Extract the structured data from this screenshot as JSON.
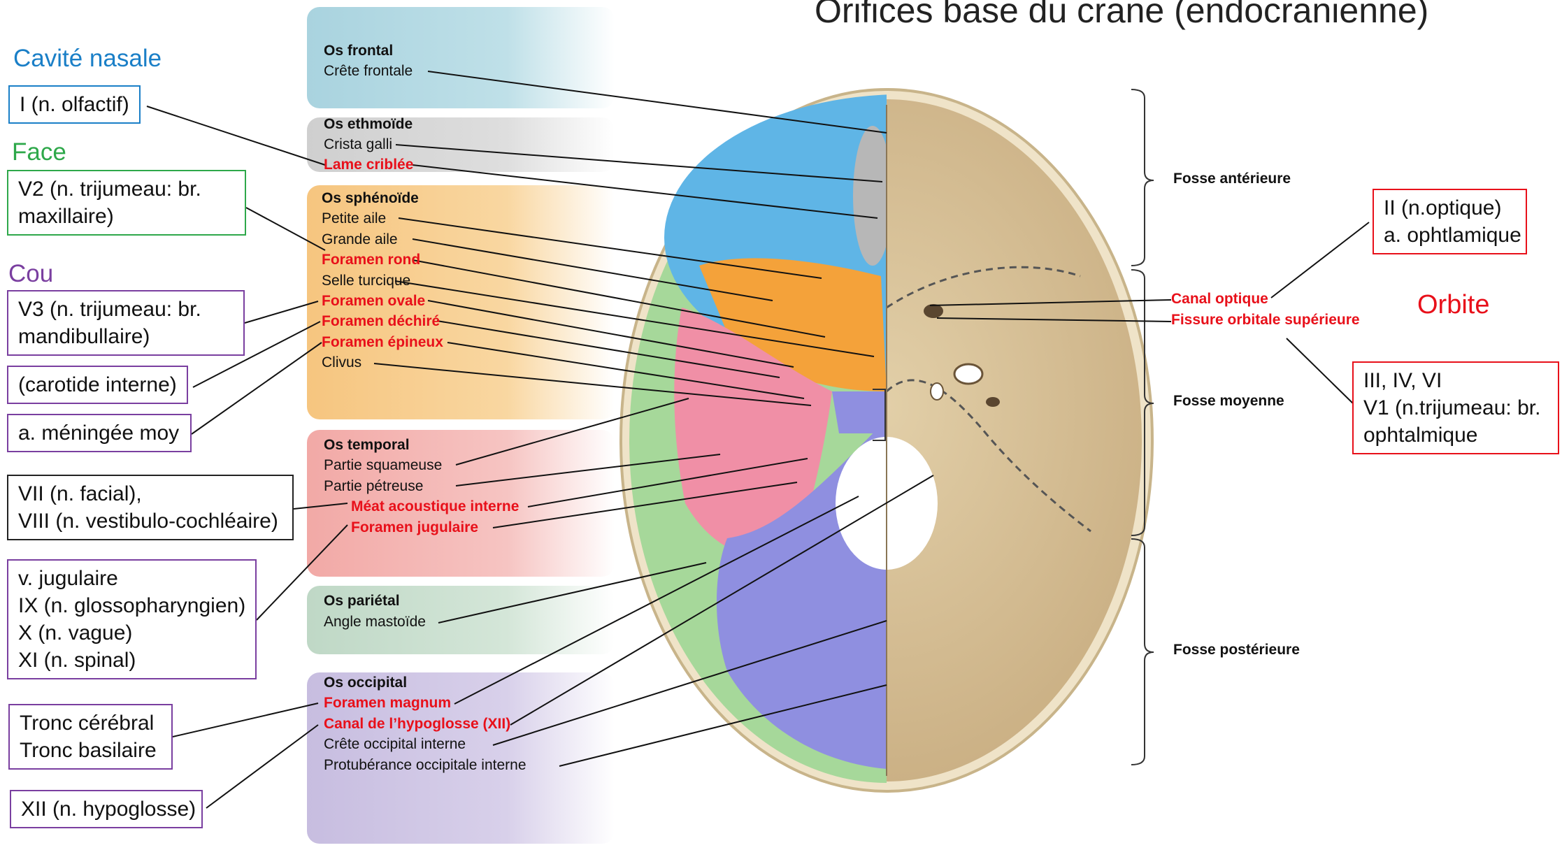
{
  "title": "Orifices base du crane (endocranienne)",
  "sections": {
    "cavite_nasale": {
      "label": "Cavité nasale",
      "color": "#1a7fc7"
    },
    "face": {
      "label": "Face",
      "color": "#2ea84a"
    },
    "cou": {
      "label": "Cou",
      "color": "#7a3fa0"
    },
    "orbite": {
      "label": "Orbite",
      "color": "#e8101a"
    }
  },
  "left_boxes": {
    "olfactif": "I (n. olfactif)",
    "v2": [
      "V2 (n. trijumeau: br.",
      "maxillaire)"
    ],
    "v3": [
      "V3 (n. trijumeau: br.",
      "mandibullaire)"
    ],
    "carotide": "(carotide interne)",
    "meningee": "a. méningée moy",
    "facial": [
      "VII (n. facial),",
      "VIII (n. vestibulo-cochléaire)"
    ],
    "jugulaire": [
      "v. jugulaire",
      "IX (n. glossopharyngien)",
      "X (n. vague)",
      "XI (n. spinal)"
    ],
    "tronc": [
      "Tronc cérébral",
      "Tronc basilaire"
    ],
    "hypoglosse": "XII (n. hypoglosse)"
  },
  "right_boxes": {
    "optique": [
      "II (n.optique)",
      "a. ophtlamique"
    ],
    "orbitaire": [
      "III, IV, VI",
      "V1 (n.trijumeau: br.",
      "ophtalmique"
    ]
  },
  "bones": {
    "frontal": {
      "name": "Os frontal",
      "color": "#a9d3df",
      "items": [
        "Crête frontale"
      ]
    },
    "ethmoide": {
      "name": "Os ethmoïde",
      "color": "#cfcfcf",
      "items": [
        "Crista galli",
        "Lame criblée"
      ]
    },
    "sphenoide": {
      "name": "Os sphénoïde",
      "color": "#f6c57f",
      "items": [
        "Petite aile",
        "Grande aile",
        "Foramen rond",
        "Selle turcique",
        "Foramen ovale",
        "Foramen déchiré",
        "Foramen épineux",
        "Clivus"
      ]
    },
    "temporal": {
      "name": "Os temporal",
      "color": "#f2a9a6",
      "items": [
        "Partie squameuse",
        "Partie pétreuse",
        "Méat acoustique interne",
        "Foramen jugulaire"
      ]
    },
    "parietal": {
      "name": "Os pariétal",
      "color": "#bfd8c6",
      "items": [
        "Angle mastoïde"
      ]
    },
    "occipital": {
      "name": "Os occipital",
      "color": "#c7bde0",
      "items": [
        "Foramen magnum",
        "Canal de l’hypoglosse (XII)",
        "Crête occipital interne",
        "Protubérance occipitale interne"
      ]
    }
  },
  "right_labels": {
    "fosse_anterieure": "Fosse antérieure",
    "canal_optique": "Canal optique",
    "fissure": "Fissure orbitale supérieure",
    "fosse_moyenne": "Fosse moyenne",
    "fosse_posterieure": "Fosse postérieure"
  }
}
